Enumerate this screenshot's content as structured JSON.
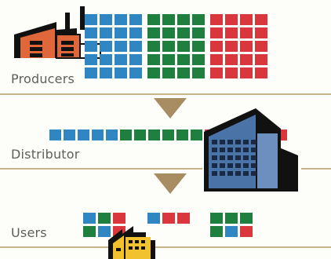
{
  "labels": {
    "producers": "Producers",
    "distributor": "Distributor",
    "users": "Users"
  },
  "colors": {
    "blue": "#2f86c3",
    "green": "#1f7f3f",
    "red": "#d9363e",
    "line": "#c9b48a",
    "arrow": "#a88d62",
    "factory": "#e0673a",
    "building": "#4a73a8",
    "warehouse": "#f2c12e"
  },
  "icons": {
    "producer": "factory-icon",
    "distributor": "office-building-icon",
    "users": "warehouse-icon"
  },
  "producers": {
    "blocks": [
      {
        "color": "blue",
        "count": 20
      },
      {
        "color": "green",
        "count": 20
      },
      {
        "color": "red",
        "count": 20
      }
    ]
  },
  "distributor": {
    "belt": [
      "blue",
      "blue",
      "blue",
      "blue",
      "blue",
      "green",
      "green",
      "green",
      "green",
      "green",
      "green",
      "red",
      "red",
      "red",
      "red",
      "red",
      "red"
    ]
  },
  "users": {
    "orders": [
      [
        "blue",
        "green",
        "red",
        "green",
        "blue",
        "red"
      ],
      [
        "blue",
        "red",
        "red"
      ],
      [
        "green",
        "green",
        "green",
        "green",
        "blue",
        "red"
      ]
    ]
  }
}
